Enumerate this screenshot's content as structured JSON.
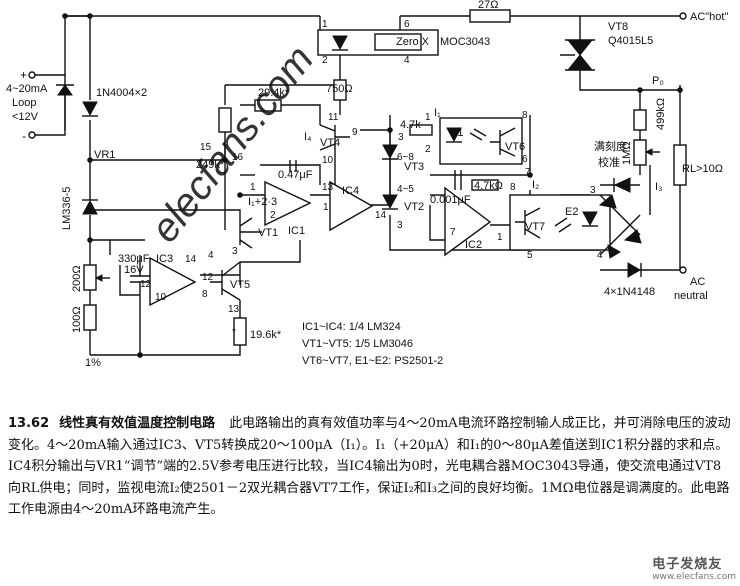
{
  "schematic": {
    "loop_label": "4~20mA",
    "loop_label2": "Loop",
    "loop_label3": "<12V",
    "plus": "+",
    "minus": "-",
    "diode_label": "1N4004×2",
    "vr1": "VR1",
    "lm336": "LM336-5",
    "r_200": "200Ω",
    "r_100": "100Ω",
    "pct": "1%",
    "cap_330": "330μF",
    "v16": "16V",
    "ic3": "IC3",
    "vt5": "VT5",
    "r_196": "19.6k*",
    "moc": "MOC3043",
    "zero_x": "Zero X",
    "r_27": "27Ω",
    "r_750": "750Ω",
    "vt8": "VT8",
    "q4015": "Q4015L5",
    "ac_hot": "AC\"hot\"",
    "po": "P₀",
    "r_499": "499kΩ",
    "r_1m": "1MΩ",
    "manke": "满刻度",
    "jiaozhun": "校准",
    "rl": "RL>10Ω",
    "ac_neutral": "AC\nneutral",
    "ac": "AC",
    "neutral": "neutral",
    "bridge": "4×1N4148",
    "r_294": "29.4k*",
    "r_249": "249k*",
    "i4": "I₄",
    "vt4": "VT4",
    "cap_047": "0.47μF",
    "ic1": "IC1",
    "ic4": "IC4",
    "vt1": "VT1",
    "vt2": "VT2",
    "vt3": "VT3",
    "r_47a": "4.7k",
    "i1": "I₁",
    "e1": "E1",
    "vt6": "VT6",
    "r_47b": "4.7kΩ",
    "cap_0001": "0.001μF",
    "ic2": "IC2",
    "vt7": "VT7",
    "e2": "E2",
    "i2": "I₂",
    "i3": "I₃",
    "i_1_2_3": "I₁+2·3",
    "note1": "IC1~IC4: 1/4 LM324",
    "note2": "VT1~VT5: 1/5 LM3046",
    "note3": "VT6~VT7, E1~E2: PS2501-2",
    "watermark": "elecfans.com"
  },
  "caption": {
    "number": "13.62",
    "title": "线性真有效值温度控制电路",
    "body": "此电路输出的真有效值功率与4～20mA电流环路控制输人成正比，并可消除电压的波动变化。4～20mA输入通过IC3、VT5转换成20～100μA（I₁）。I₁（+20μA）和I₁的0～80μA差值送到IC1积分器的求和点。IC4积分输出与VR1“调节”端的2.5V参考电压进行比较，当IC4输出为0时，光电耦合器MOC3043导通，使交流电通过VT8向RL供电；同时，监视电流I₂使2501－2双光耦合器VT7工作，保证I₂和I₃之间的良好均衡。1MΩ电位器是调满度的。此电路工作电源由4～20mA环路电流产生。"
  },
  "corner_logo": {
    "text": "电子发烧友",
    "url": "www.elecfans.com"
  }
}
